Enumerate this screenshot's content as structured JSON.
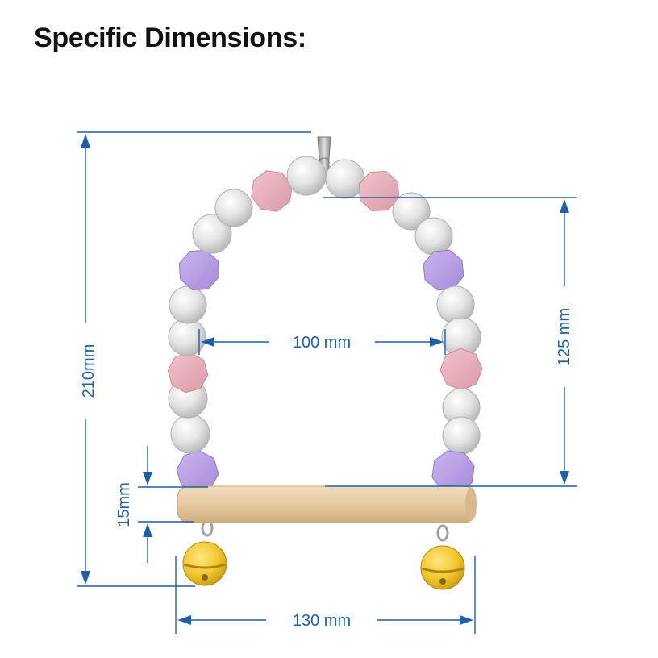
{
  "title": "Specific Dimensions:",
  "dimensions": {
    "overall_height": "210mm",
    "inner_width": "100 mm",
    "arch_height": "125 mm",
    "perch_thickness": "15mm",
    "perch_width": "130 mm"
  },
  "colors": {
    "dimension_line": "#1f5fa8",
    "bead_white": "#e6e6e6",
    "bead_pink": "#eab0bc",
    "bead_purple": "#b9a0e4",
    "perch_wood": "#e8cfaa",
    "bell": "#f4cf3c"
  }
}
